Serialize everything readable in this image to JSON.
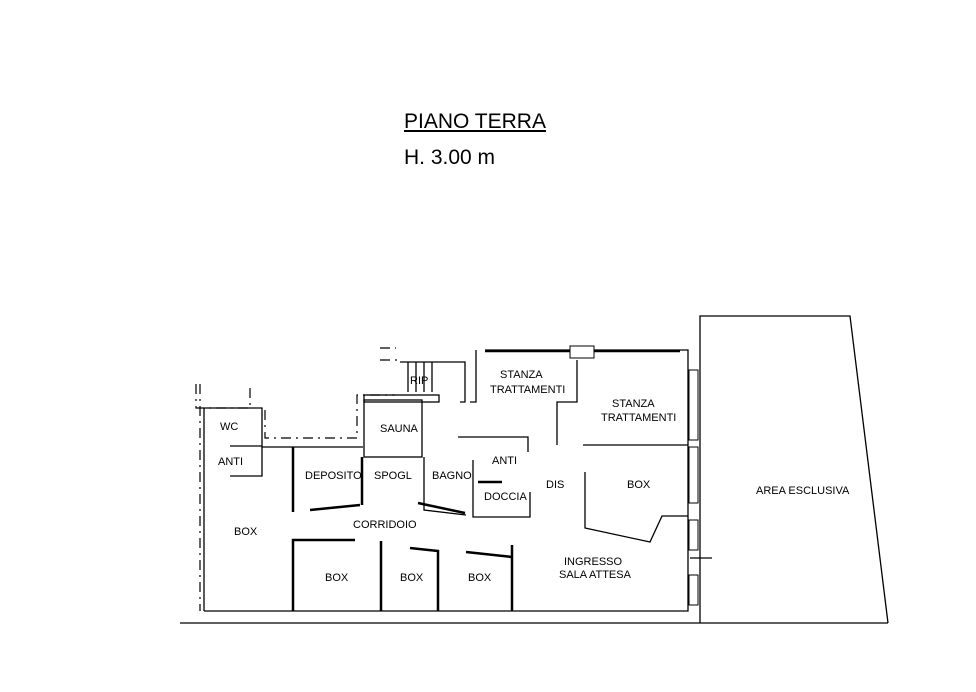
{
  "header": {
    "title": "PIANO TERRA",
    "height": "H. 3.00 m"
  },
  "rooms": {
    "rip": "RIP",
    "stanza1_a": "STANZA",
    "stanza1_b": "TRATTAMENTI",
    "stanza2_a": "STANZA",
    "stanza2_b": "TRATTAMENTI",
    "wc": "WC",
    "sauna": "SAUNA",
    "anti1": "ANTI",
    "anti2": "ANTI",
    "deposito": "DEPOSITO",
    "spogl": "SPOGL",
    "bagno": "BAGNO",
    "doccia": "DOCCIA",
    "dis": "DIS",
    "box_right": "BOX",
    "box_left": "BOX",
    "corridoio": "CORRIDOIO",
    "box1": "BOX",
    "box2": "BOX",
    "box3": "BOX",
    "ingresso_a": "INGRESSO",
    "ingresso_b": "SALA ATTESA",
    "area": "AREA ESCLUSIVA"
  }
}
